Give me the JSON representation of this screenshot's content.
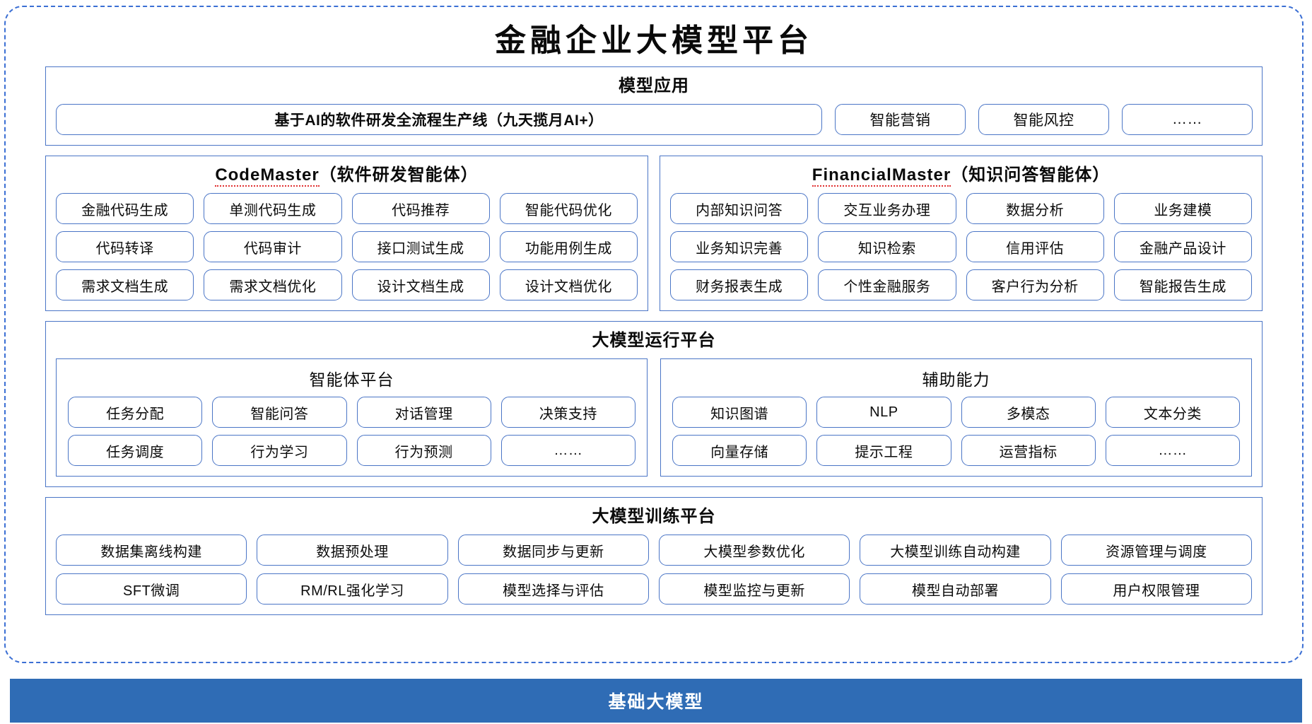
{
  "page": {
    "title": "金融企业大模型平台",
    "accent_blue": "#2f6cb5",
    "border_blue": "#4a75c6",
    "frame_blue": "#3b6fd4",
    "misspell_underline": "#e03030"
  },
  "model_application": {
    "title": "模型应用",
    "banner": "基于AI的软件研发全流程生产线（九天揽月AI+）",
    "chips": [
      "智能营销",
      "智能风控",
      "……"
    ]
  },
  "agents": [
    {
      "title_latin": "CodeMaster",
      "title_cn": "（软件研发智能体）",
      "items": [
        "金融代码生成",
        "单测代码生成",
        "代码推荐",
        "智能代码优化",
        "代码转译",
        "代码审计",
        "接口测试生成",
        "功能用例生成",
        "需求文档生成",
        "需求文档优化",
        "设计文档生成",
        "设计文档优化"
      ]
    },
    {
      "title_latin": "FinancialMaster",
      "title_cn": "（知识问答智能体）",
      "items": [
        "内部知识问答",
        "交互业务办理",
        "数据分析",
        "业务建模",
        "业务知识完善",
        "知识检索",
        "信用评估",
        "金融产品设计",
        "财务报表生成",
        "个性金融服务",
        "客户行为分析",
        "智能报告生成"
      ]
    }
  ],
  "runtime_platform": {
    "title": "大模型运行平台",
    "subpanels": [
      {
        "title": "智能体平台",
        "items": [
          "任务分配",
          "智能问答",
          "对话管理",
          "决策支持",
          "任务调度",
          "行为学习",
          "行为预测",
          "……"
        ]
      },
      {
        "title": "辅助能力",
        "items": [
          "知识图谱",
          "NLP",
          "多模态",
          "文本分类",
          "向量存储",
          "提示工程",
          "运营指标",
          "……"
        ]
      }
    ]
  },
  "training_platform": {
    "title": "大模型训练平台",
    "items": [
      "数据集离线构建",
      "数据预处理",
      "数据同步与更新",
      "大模型参数优化",
      "大模型训练自动构建",
      "资源管理与调度",
      "SFT微调",
      "RM/RL强化学习",
      "模型选择与评估",
      "模型监控与更新",
      "模型自动部署",
      "用户权限管理"
    ]
  },
  "base_model_bar": {
    "label": "基础大模型"
  }
}
